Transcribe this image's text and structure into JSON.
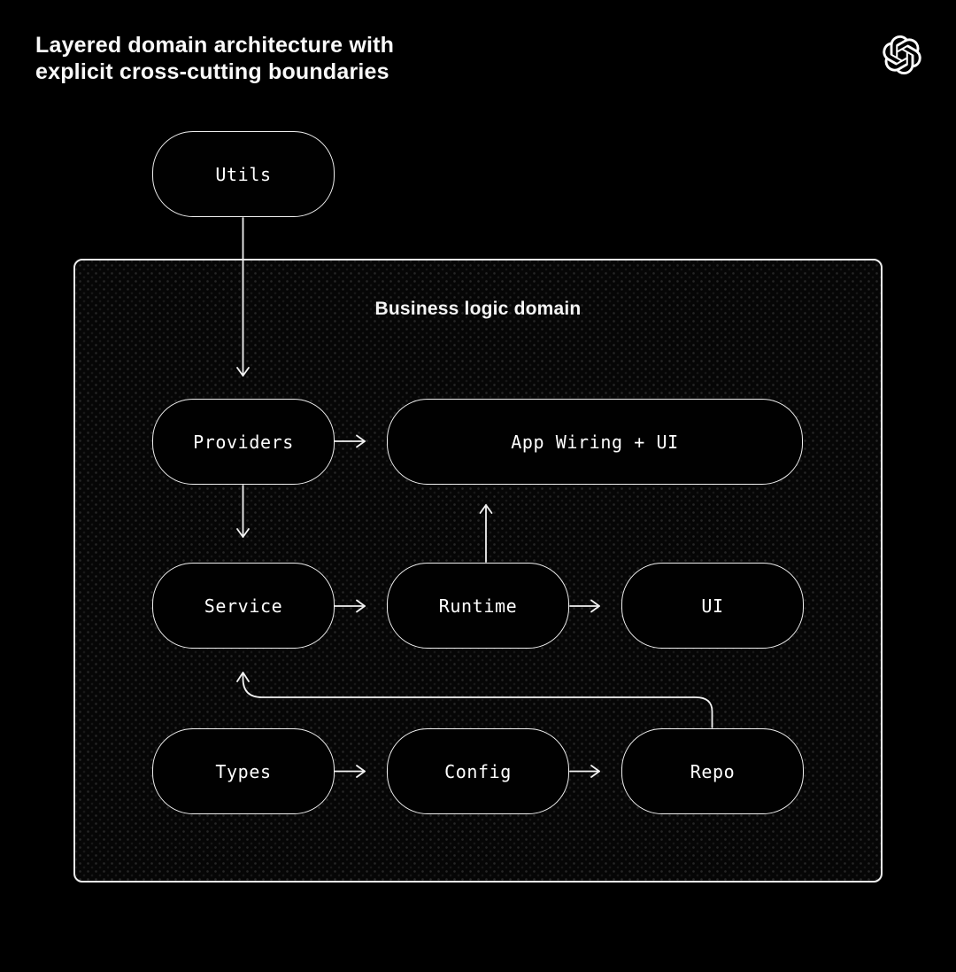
{
  "header": {
    "title_line1": "Layered domain architecture with",
    "title_line2": "explicit cross-cutting boundaries",
    "logo": "openai-logo"
  },
  "domain_container": {
    "label": "Business logic domain"
  },
  "nodes": {
    "utils": {
      "label": "Utils"
    },
    "providers": {
      "label": "Providers"
    },
    "app_wiring": {
      "label": "App Wiring + UI"
    },
    "service": {
      "label": "Service"
    },
    "runtime": {
      "label": "Runtime"
    },
    "ui": {
      "label": "UI"
    },
    "types": {
      "label": "Types"
    },
    "config": {
      "label": "Config"
    },
    "repo": {
      "label": "Repo"
    }
  },
  "edges": [
    {
      "from": "utils",
      "to": "providers",
      "style": "straight-down"
    },
    {
      "from": "providers",
      "to": "app_wiring",
      "style": "straight-right"
    },
    {
      "from": "providers",
      "to": "service",
      "style": "straight-down"
    },
    {
      "from": "runtime",
      "to": "app_wiring",
      "style": "straight-up"
    },
    {
      "from": "service",
      "to": "runtime",
      "style": "straight-right"
    },
    {
      "from": "runtime",
      "to": "ui",
      "style": "straight-right"
    },
    {
      "from": "types",
      "to": "config",
      "style": "straight-right"
    },
    {
      "from": "config",
      "to": "repo",
      "style": "straight-right"
    },
    {
      "from": "repo",
      "to": "service",
      "style": "elbow-up-left-up"
    }
  ],
  "colors": {
    "background": "#000000",
    "stroke": "#f0f0f0",
    "text": "#ffffff",
    "node_fill": "#010101",
    "domain_fill": "#060606"
  }
}
